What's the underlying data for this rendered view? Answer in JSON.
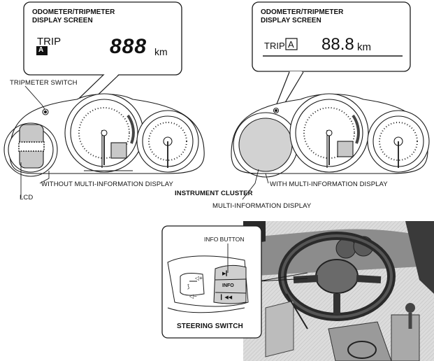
{
  "callout_left": {
    "title_line1": "ODOMETER/TRIPMETER",
    "title_line2": "DISPLAY SCREEN",
    "trip_label": "TRIP",
    "trip_badge": "A",
    "reading": "888",
    "unit": "km"
  },
  "callout_right": {
    "title_line1": "ODOMETER/TRIPMETER",
    "title_line2": "DISPLAY SCREEN",
    "trip_label": "TRIP",
    "trip_badge": "A",
    "reading": "88.8",
    "unit": "km"
  },
  "labels": {
    "tripmeter_switch": "TRIPMETER SWITCH",
    "without_mid": "WITHOUT MULTI-INFORMATION DISPLAY",
    "lcd": "LCD",
    "instrument_cluster": "INSTRUMENT CLUSTER",
    "with_mid": "WITH MULTI-INFORMATION DISPLAY",
    "multi_info_display": "MULTI-INFORMATION DISPLAY",
    "info_button": "INFO BUTTON",
    "info_key": "INFO",
    "steering_switch": "STEERING SWITCH"
  },
  "colors": {
    "line": "#1a1a1a",
    "lcd_fill": "#c8c8c8",
    "mid_fill": "#d2d2d2",
    "photo_bg": "#d9d9d9"
  }
}
